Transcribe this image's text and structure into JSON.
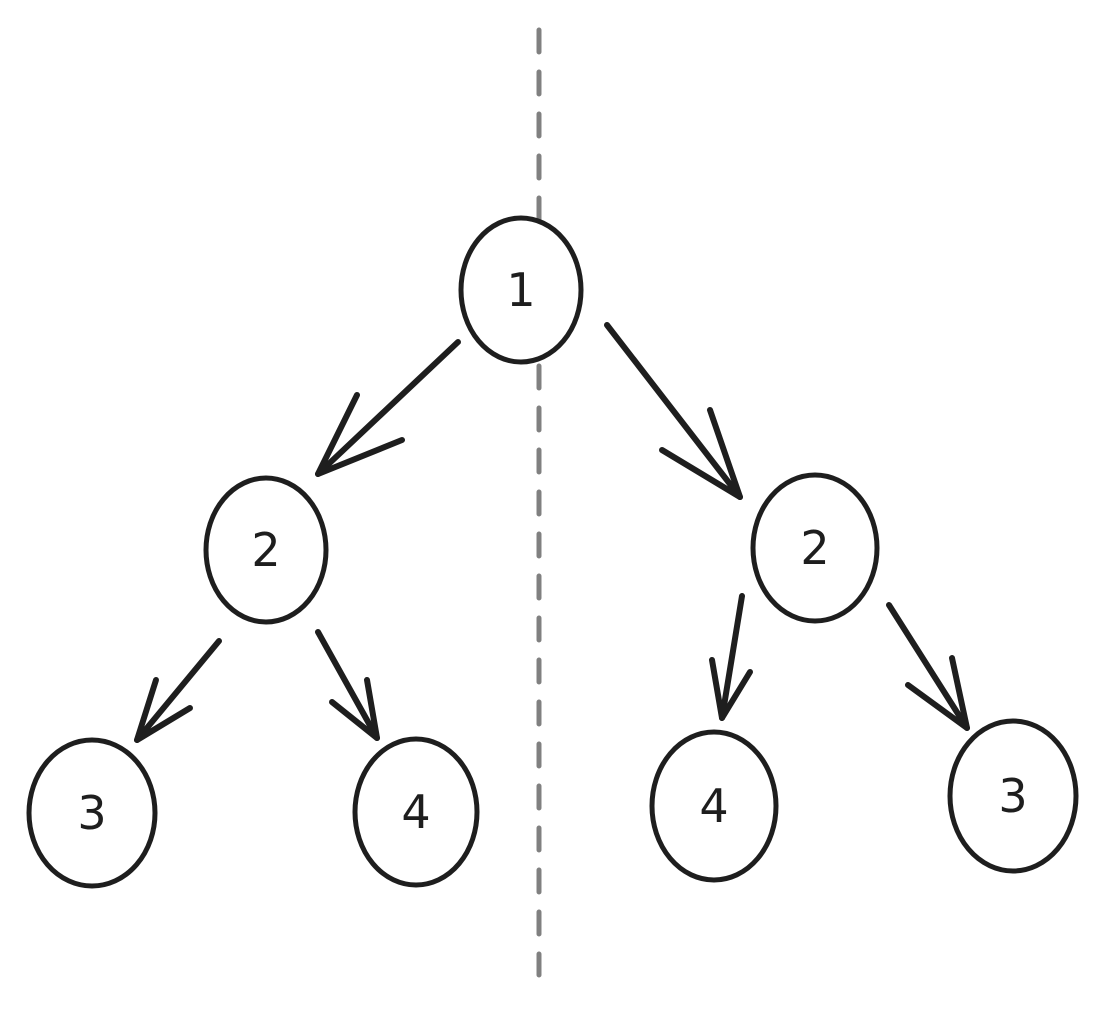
{
  "diagram": {
    "nodes": [
      {
        "id": "root",
        "label": "1"
      },
      {
        "id": "left-child",
        "label": "2"
      },
      {
        "id": "right-child",
        "label": "2"
      },
      {
        "id": "left-left-leaf",
        "label": "3"
      },
      {
        "id": "left-right-leaf",
        "label": "4"
      },
      {
        "id": "right-left-leaf",
        "label": "4"
      },
      {
        "id": "right-right-leaf",
        "label": "3"
      }
    ],
    "edges": [
      {
        "from": "root",
        "to": "left-child"
      },
      {
        "from": "root",
        "to": "right-child"
      },
      {
        "from": "left-child",
        "to": "left-left-leaf"
      },
      {
        "from": "left-child",
        "to": "left-right-leaf"
      },
      {
        "from": "right-child",
        "to": "right-left-leaf"
      },
      {
        "from": "right-child",
        "to": "right-right-leaf"
      }
    ],
    "colors": {
      "stroke": "#1e1e1e",
      "axis": "#808080",
      "background": "#ffffff"
    }
  }
}
